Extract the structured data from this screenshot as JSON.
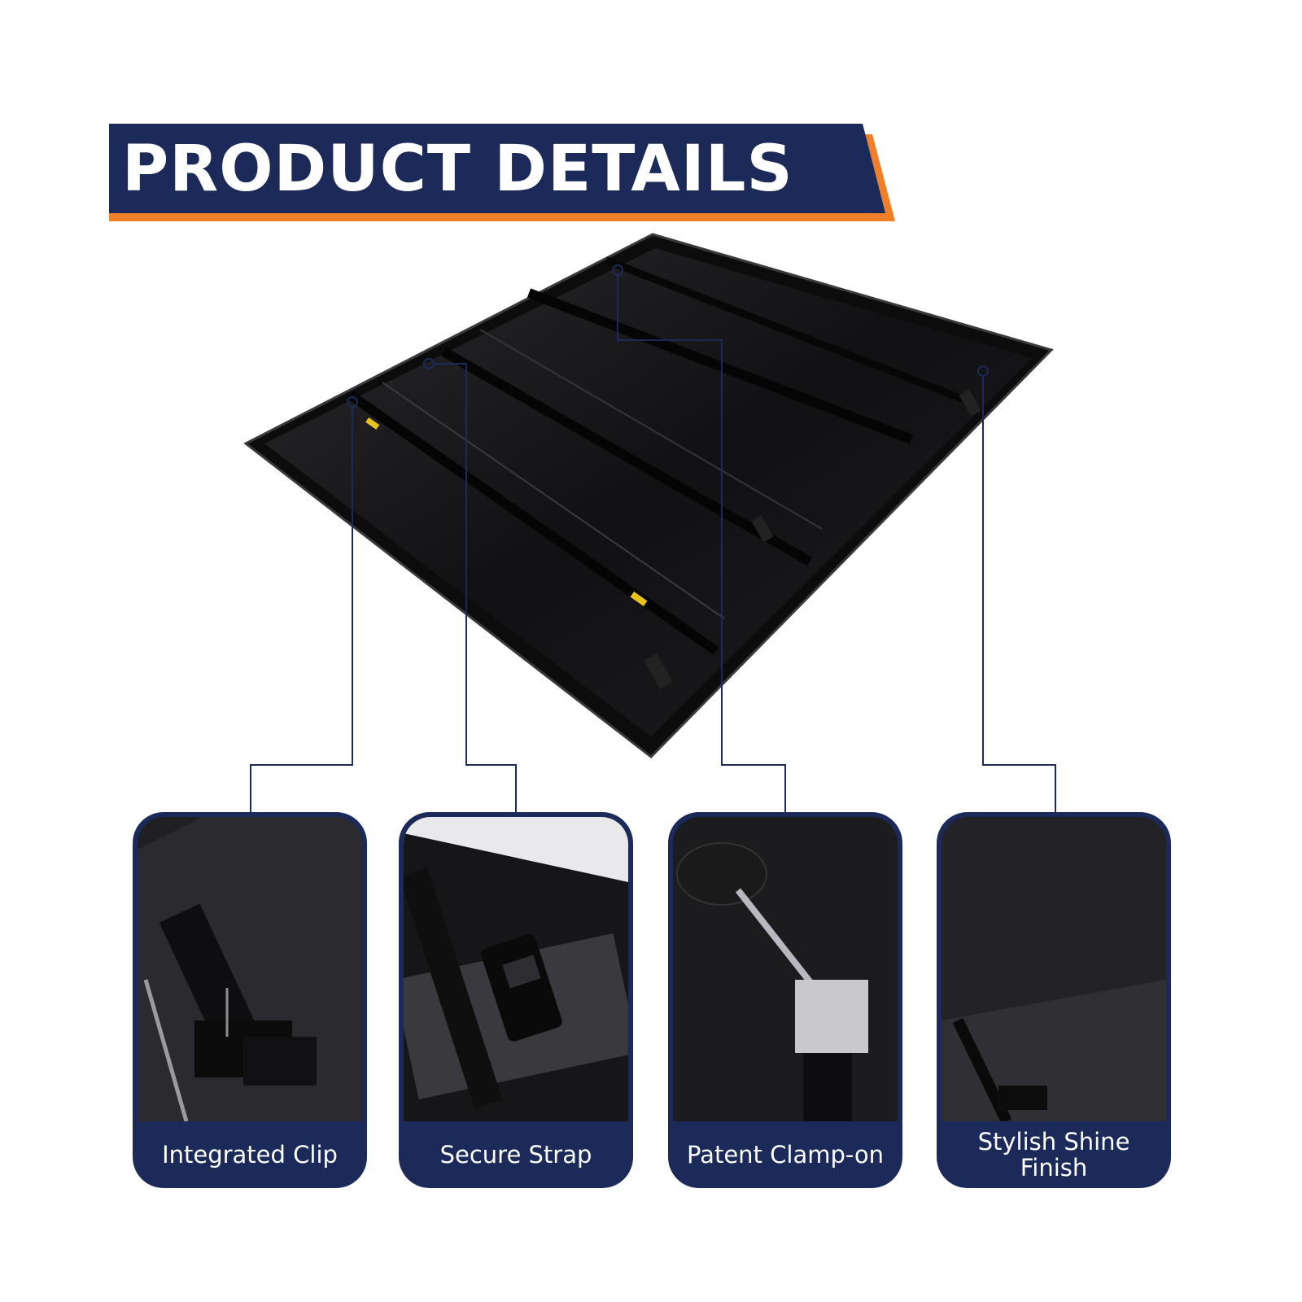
{
  "header": {
    "title": "PRODUCT DETAILS",
    "band_color": "#1b2a58",
    "accent_color": "#f07f2a"
  },
  "product": {
    "image": "black tri-fold tonneau cover with four callout markers"
  },
  "features": [
    {
      "label": "Integrated Clip",
      "icon": "clip-photo"
    },
    {
      "label": "Secure Strap",
      "icon": "strap-photo"
    },
    {
      "label": "Patent Clamp-on",
      "icon": "clamp-photo"
    },
    {
      "label": "Stylish Shine Finish",
      "icon": "finish-photo"
    }
  ]
}
